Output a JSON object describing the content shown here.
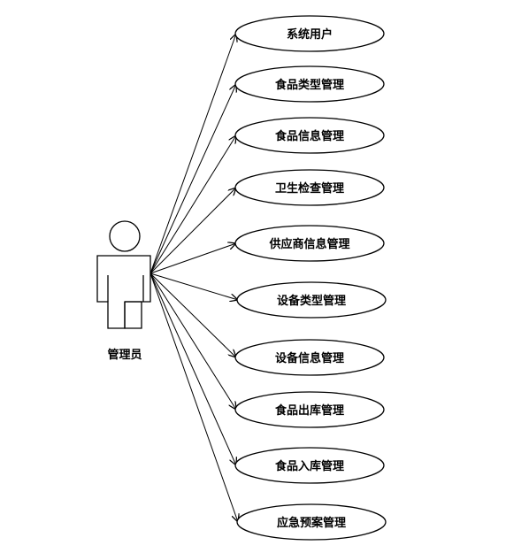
{
  "actor": {
    "name": "管理员"
  },
  "use_cases": [
    {
      "label": "系统用户"
    },
    {
      "label": "食品类型管理"
    },
    {
      "label": "食品信息管理"
    },
    {
      "label": "卫生检查管理"
    },
    {
      "label": "供应商信息管理"
    },
    {
      "label": "设备类型管理"
    },
    {
      "label": "设备信息管理"
    },
    {
      "label": "食品出库管理"
    },
    {
      "label": "食品入库管理"
    },
    {
      "label": "应急预案管理"
    }
  ],
  "colors": {
    "stroke": "#000000",
    "background": "#ffffff"
  }
}
